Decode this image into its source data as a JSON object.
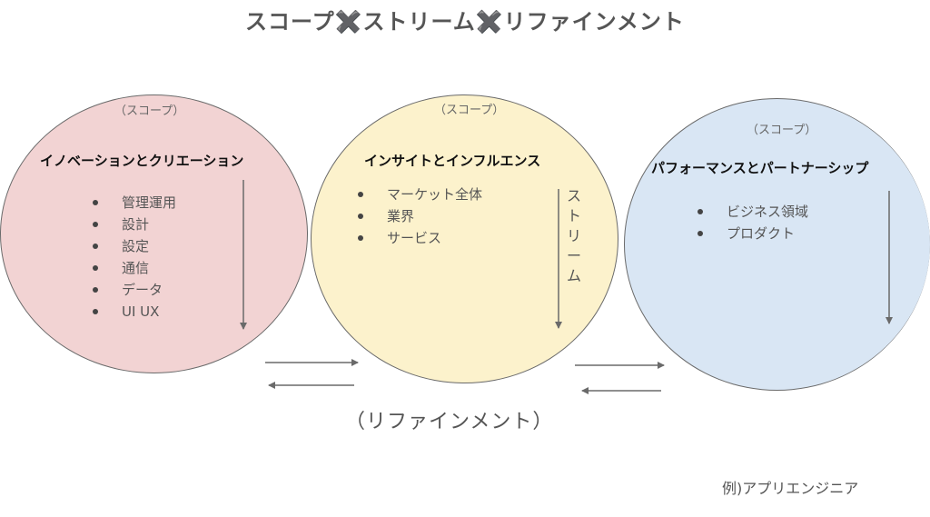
{
  "title": "スコープ✖️ストリーム✖️リファインメント",
  "groups": [
    {
      "scope": "（スコープ）",
      "name": "イノベーションとクリエーション",
      "items": [
        "管理運用",
        "設計",
        "設定",
        "通信",
        "データ",
        "UI UX"
      ]
    },
    {
      "scope": "（スコープ）",
      "name": "インサイトとインフルエンス",
      "items": [
        "マーケット全体",
        "業界",
        "サービス"
      ]
    },
    {
      "scope": "（スコープ）",
      "name": "パフォーマンスとパートナーシップ",
      "items": [
        "ビジネス領域",
        "プロダクト"
      ]
    }
  ],
  "stream_label": "ストリーム",
  "refinement_label": "（リファインメント）",
  "example_label": "例)アプリエンジニア",
  "colors": {
    "circle_1": "#f2d3d3",
    "circle_2": "#fcf2cc",
    "circle_3": "#d9e6f4",
    "outline": "#6a6a6a",
    "arrow": "#6a6a6a"
  }
}
